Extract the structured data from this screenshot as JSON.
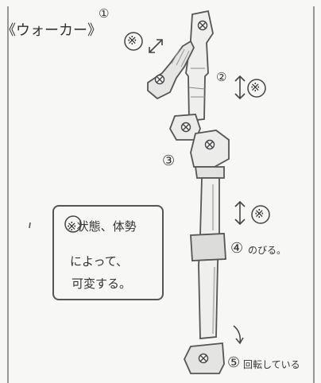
{
  "title": "《ウォーカー》",
  "labels": {
    "one": "①",
    "two": "②",
    "three": "③",
    "four_num": "④",
    "four_text": "のびる。",
    "five_num": "⑤",
    "five_text": "回転している"
  },
  "symbols": {
    "kome": "※"
  },
  "note": {
    "line1": "※状態、体勢",
    "line2": "によって、",
    "line3": "可変する。"
  },
  "icons": [
    "screw-icon",
    "double-arrow-icon",
    "curved-arrow-icon"
  ],
  "colors": {
    "paper": "#f7f7f5",
    "pencil": "#555555",
    "shade": "#c8c8c8"
  }
}
